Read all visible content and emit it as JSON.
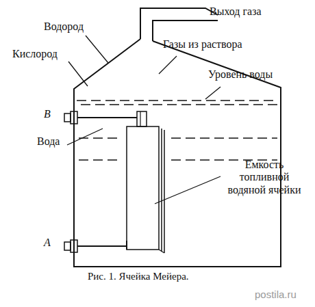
{
  "diagram": {
    "caption": "Рис. 1. Ячейка Мейера.",
    "labels": [
      "Выход газа",
      "Водород",
      "Газы из раствора",
      "Кислород",
      "Уровень воды",
      "B",
      "Вода",
      "Емкость топливной водяной ячейки",
      "A",
      "postila.ru"
    ]
  }
}
